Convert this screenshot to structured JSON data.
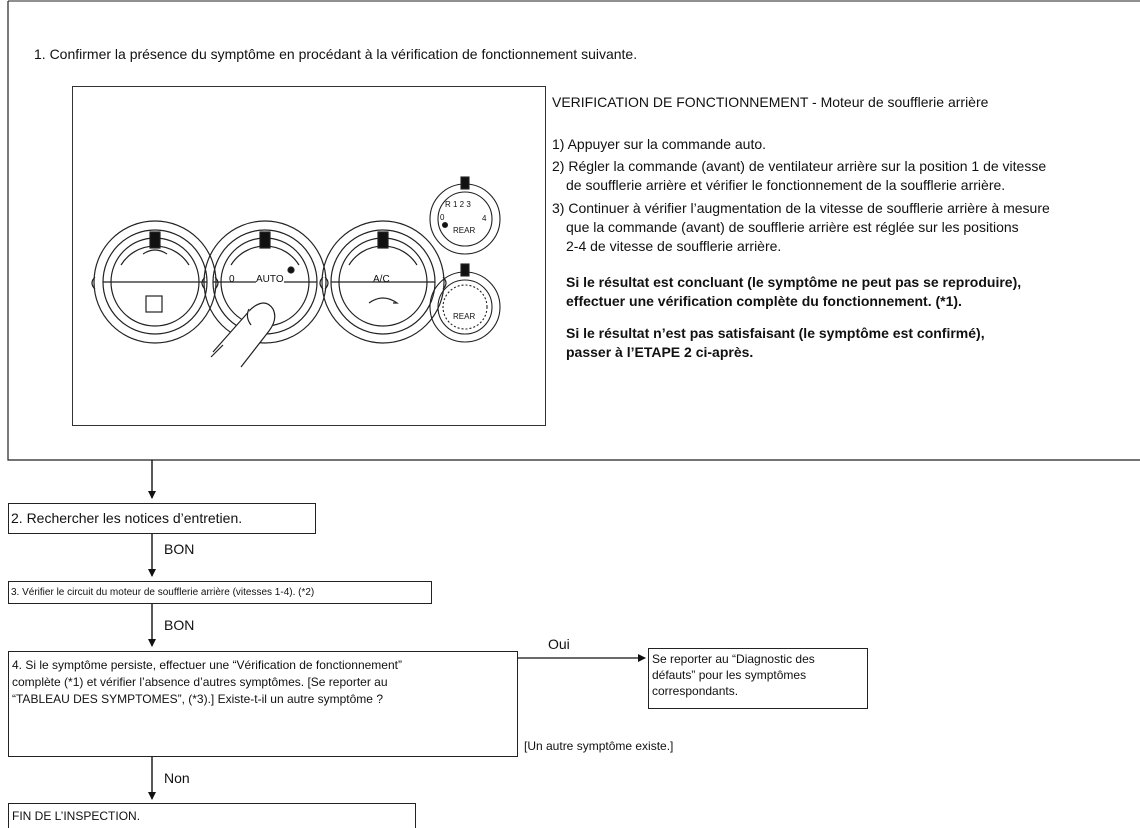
{
  "step1": {
    "heading": "1. Confirmer la présence du symptôme en procédant à la vérification de fonctionnement suivante.",
    "check_title": "VERIFICATION DE FONCTIONNEMENT - Moteur de soufflerie arrière",
    "instructions": [
      "1) Appuyer sur la commande auto.",
      "2) Régler la commande (avant) de ventilateur arrière sur la position 1 de vitesse",
      "de soufflerie arrière et vérifier le fonctionnement de la soufflerie arrière.",
      "3) Continuer à vérifier l’augmentation de la vitesse de soufflerie arrière à mesure",
      "que la commande (avant) de soufflerie arrière est réglée sur les positions",
      "2-4 de vitesse de soufflerie arrière."
    ],
    "result_ok": [
      "Si le résultat est concluant (le symptôme ne peut pas se reproduire),",
      "effectuer une vérification complète du fonctionnement. (*1)."
    ],
    "result_ng": [
      "Si le résultat n’est pas satisfaisant (le symptôme est confirmé),",
      "passer à l’ETAPE 2 ci-après."
    ],
    "panel_labels": {
      "auto": "AUTO",
      "zero": "0",
      "ac": "A/C",
      "rear": "REAR",
      "rear2": "REAR",
      "scale": "R 1 2 3",
      "scale4": "4",
      "scale0": "0"
    }
  },
  "step2": {
    "text": "2. Rechercher les notices d’entretien."
  },
  "bon1": "BON",
  "step3": {
    "text": "3. Vérifier le circuit du moteur de soufflerie arrière (vitesses 1-4). (*2)"
  },
  "bon2": "BON",
  "step4": {
    "lines": [
      "4. Si le symptôme persiste, effectuer une “Vérification de fonctionnement”",
      "complète (*1) et vérifier l’absence d’autres symptômes. [Se reporter au",
      "“TABLEAU DES SYMPTOMES”, (*3).] Existe-t-il un autre symptôme ?"
    ]
  },
  "oui": "Oui",
  "referral": {
    "lines": [
      "Se reporter au “Diagnostic des",
      "défauts” pour les symptômes",
      "correspondants."
    ]
  },
  "other_symptom": "[Un autre symptôme existe.]",
  "non": "Non",
  "end": {
    "text": "FIN DE L’INSPECTION."
  }
}
